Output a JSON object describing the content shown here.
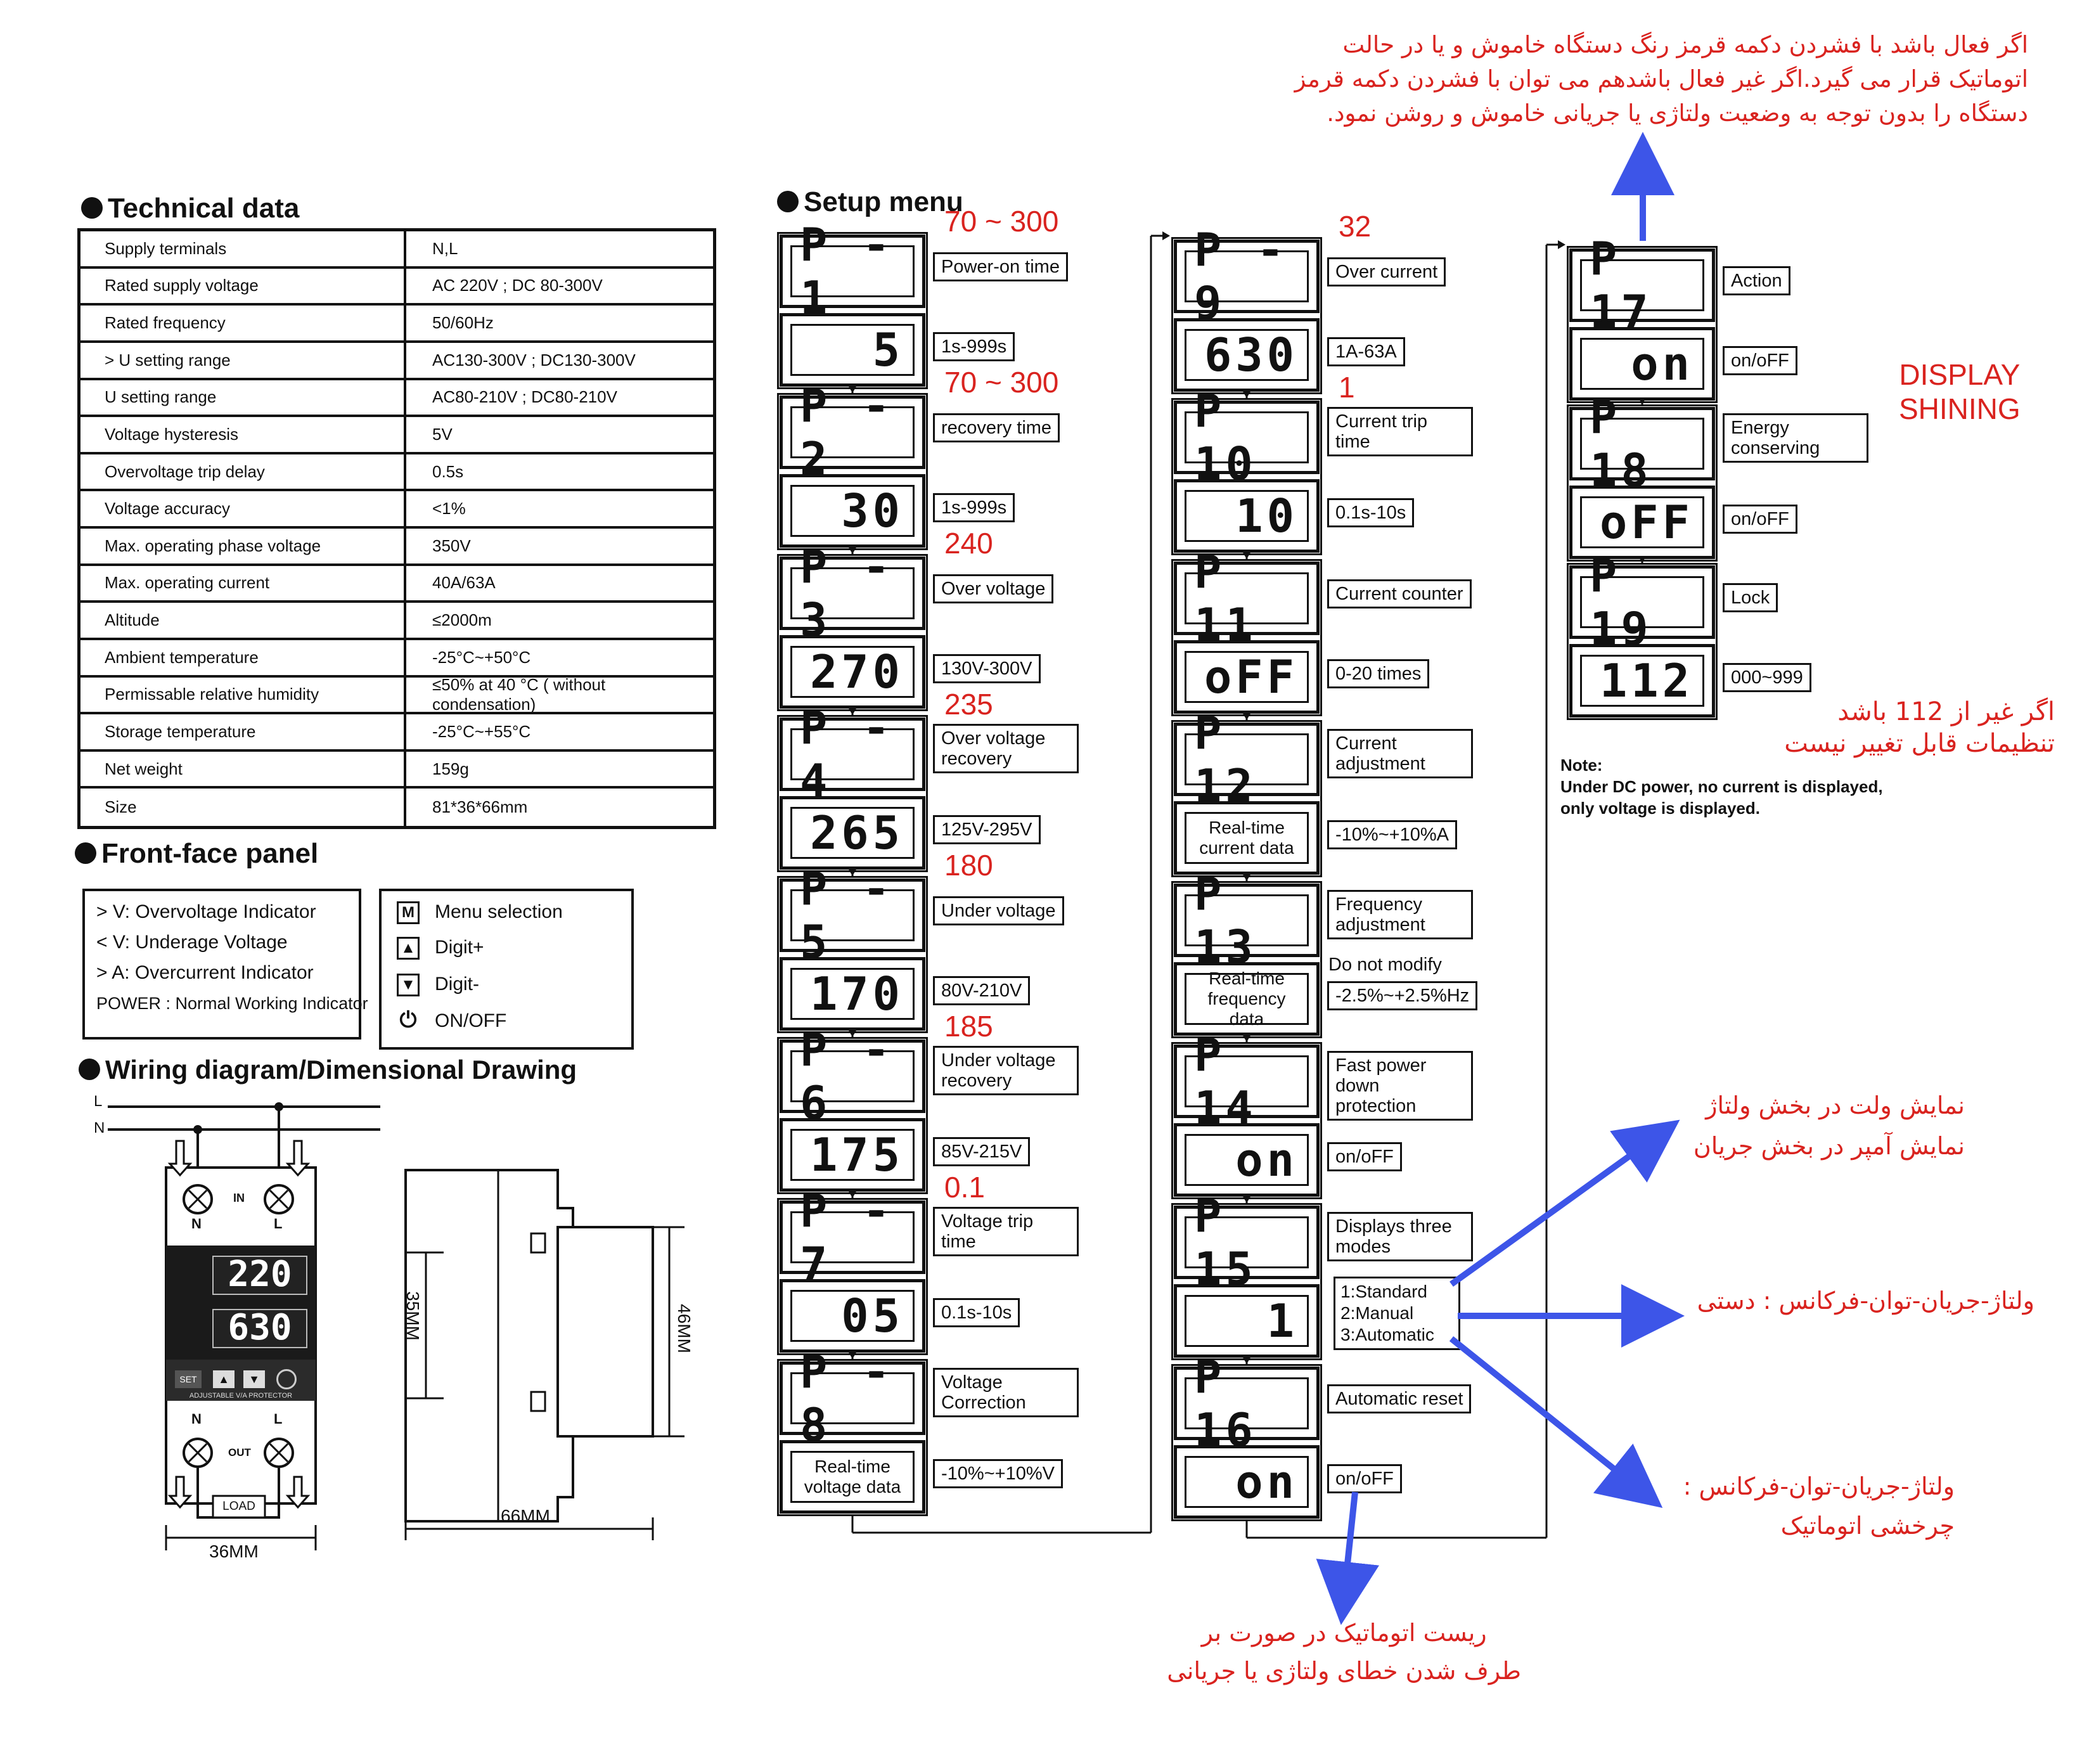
{
  "sections": {
    "technical": "Technical data",
    "front": "Front-face panel",
    "wiring": "Wiring diagram/Dimensional Drawing",
    "setup": "Setup menu"
  },
  "technical_data": [
    {
      "label": "Supply terminals",
      "value": "N,L"
    },
    {
      "label": "Rated supply voltage",
      "value": "AC  220V ; DC  80-300V"
    },
    {
      "label": "Rated frequency",
      "value": "50/60Hz"
    },
    {
      "label": "> U setting range",
      "value": "AC130-300V ; DC130-300V"
    },
    {
      "label": "U setting range",
      "value": "AC80-210V ; DC80-210V"
    },
    {
      "label": "Voltage hysteresis",
      "value": "5V"
    },
    {
      "label": "Overvoltage trip delay",
      "value": "0.5s"
    },
    {
      "label": "Voltage accuracy",
      "value": "<1%"
    },
    {
      "label": "Max. operating phase voltage",
      "value": "350V"
    },
    {
      "label": "Max. operating current",
      "value": "40A/63A"
    },
    {
      "label": "Altitude",
      "value": "≤2000m"
    },
    {
      "label": "Ambient temperature",
      "value": "-25°C~+50°C"
    },
    {
      "label": "Permissable relative humidity",
      "value": "≤50% at 40 °C ( without condensation)"
    },
    {
      "label": "Storage temperature",
      "value": "-25°C~+55°C"
    },
    {
      "label": "Net weight",
      "value": "159g"
    },
    {
      "label": "Size",
      "value": "81*36*66mm"
    }
  ],
  "front_panel": {
    "indicators": [
      "> V: Overvoltage Indicator",
      "< V: Underage Voltage",
      "> A: Overcurrent Indicator",
      "POWER : Normal Working  Indicator"
    ],
    "keys": [
      {
        "icon": "M",
        "label": "Menu selection"
      },
      {
        "icon": "▲",
        "label": "Digit+"
      },
      {
        "icon": "▼",
        "label": "Digit-"
      },
      {
        "icon": "⏻",
        "label": "ON/OFF"
      }
    ]
  },
  "wiring": {
    "line_L": "L",
    "line_N": "N",
    "in_N": "N",
    "in_label": "IN",
    "in_L": "L",
    "display_top": "220",
    "display_bottom": "630",
    "set_key": "SET",
    "brand": "ADJUSTABLE V/A PROTECTOR",
    "out_N": "N",
    "out_label": "OUT",
    "out_L": "L",
    "load": "LOAD",
    "width_front": "36MM",
    "height_inner": "35MM",
    "height_outer": "46MM",
    "width_side": "66MM"
  },
  "setup_menu": [
    {
      "code": "P - 1",
      "name": "Power-on time",
      "value": "5",
      "range": "1s-999s",
      "note": "70 ~ 300"
    },
    {
      "code": "P - 2",
      "name": "recovery time",
      "value": "30",
      "range": "1s-999s",
      "note": "70 ~ 300"
    },
    {
      "code": "P - 3",
      "name": "Over voltage",
      "value": "270",
      "range": "130V-300V",
      "note": "240"
    },
    {
      "code": "P - 4",
      "name": "Over voltage recovery",
      "value": "265",
      "range": "125V-295V",
      "note": "235"
    },
    {
      "code": "P - 5",
      "name": "Under voltage",
      "value": "170",
      "range": "80V-210V",
      "note": "180"
    },
    {
      "code": "P - 6",
      "name": "Under voltage recovery",
      "value": "175",
      "range": "85V-215V",
      "note": "185"
    },
    {
      "code": "P - 7",
      "name": "Voltage trip time",
      "value": "05",
      "range": "0.1s-10s",
      "note": "0.1"
    },
    {
      "code": "P - 8",
      "name": "Voltage Correction",
      "value": "Real-time voltage  data",
      "range": "-10%~+10%V",
      "note": ""
    },
    {
      "code": "P - 9",
      "name": "Over current",
      "value": "630",
      "range": "1A-63A",
      "note": "32"
    },
    {
      "code": "P 10",
      "name": "Current trip time",
      "value": "10",
      "range": "0.1s-10s",
      "note": "1"
    },
    {
      "code": "P 11",
      "name": "Current counter",
      "value": "oFF",
      "range": "0-20 times",
      "note": ""
    },
    {
      "code": "P 12",
      "name": "Current adjustment",
      "value": "Real-time current  data",
      "range": "-10%~+10%A",
      "note": ""
    },
    {
      "code": "P 13",
      "name": "Frequency adjustment",
      "value": "Real-time frequency  data",
      "range": "-2.5%~+2.5%Hz",
      "note": "Do not modify"
    },
    {
      "code": "P 14",
      "name": "Fast power down protection",
      "value": "on",
      "range": "on/oFF",
      "note": ""
    },
    {
      "code": "P 15",
      "name": "Displays three modes",
      "value": "1",
      "range": "1:Standard 2:Manual 3:Automatic",
      "note": ""
    },
    {
      "code": "P 16",
      "name": "Automatic reset",
      "value": "on",
      "range": "on/oFF",
      "note": ""
    },
    {
      "code": "P 17",
      "name": "Action",
      "value": "on",
      "range": "on/oFF",
      "note": ""
    },
    {
      "code": "P 18",
      "name": "Energy conserving",
      "value": "oFF",
      "range": "on/oFF",
      "note": ""
    },
    {
      "code": "P 19",
      "name": "Lock",
      "value": "112",
      "range": "000~999",
      "note": ""
    }
  ],
  "p15_modes": [
    "1:Standard",
    "2:Manual",
    "3:Automatic"
  ],
  "dc_note": {
    "title": "Note:",
    "line1": "Under DC power, no current is displayed,",
    "line2": "only voltage is displayed."
  },
  "display_shining": [
    "DISPLAY",
    "SHINING"
  ],
  "persian_notes": {
    "action_lines": [
      "اگر فعال باشد با فشردن دکمه قرمز رنگ دستگاه خاموش و یا در حالت",
      "اتوماتیک قرار می گیرد.اگر غیر فعال باشدهم می توان با فشردن دکمه قرمز",
      "دستگاه را بدون توجه به وضعیت ولتاژی یا جریانی خاموش و روشن نمود."
    ],
    "lock_lines": [
      "اگر غیر از 112 باشد",
      "تنظیمات قابل تغییر نیست"
    ],
    "standard_lines": [
      "نمایش ولت در بخش ولتاژ",
      "نمایش آمپر در بخش جریان"
    ],
    "manual_line": "ولتاژ-جریان-توان-فرکانس : دستی",
    "automatic_lines": [
      "ولتاژ-جریان-توان-فرکانس :",
      "چرخشی اتوماتیک"
    ],
    "reset_lines": [
      "ریست اتوماتیک در صورت بر",
      "طرف شدن خطای ولتاژی یا جریانی"
    ]
  },
  "colors": {
    "annotation_red": "#d9231f",
    "arrow_blue": "#3d55e8",
    "ink": "#111111"
  }
}
